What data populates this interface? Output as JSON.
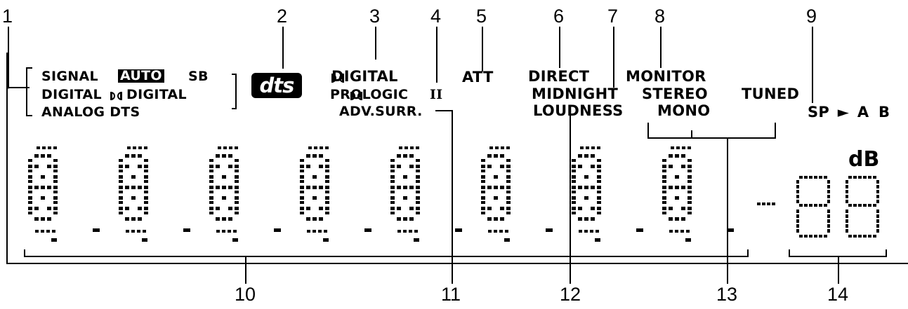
{
  "callouts": [
    "1",
    "2",
    "3",
    "4",
    "5",
    "6",
    "7",
    "8",
    "9",
    "10",
    "11",
    "12",
    "13",
    "14"
  ],
  "input_group": {
    "row1": {
      "signal": "SIGNAL",
      "auto": "AUTO",
      "sb": "SB"
    },
    "row2": {
      "digital": "DIGITAL",
      "dolby": "DIGITAL"
    },
    "row3": {
      "analog_dts": "ANALOG DTS"
    }
  },
  "dts_logo": "dts",
  "dolby": {
    "digital": "DIGITAL",
    "prologic": "PROLOGIC",
    "prologic_ii": "II"
  },
  "adv_surr": "ADV.SURR.",
  "att": "ATT",
  "direct": "DIRECT",
  "monitor": "MONITOR",
  "midnight": "MIDNIGHT",
  "loudness": "LOUDNESS",
  "stereo": "STEREO",
  "mono": "MONO",
  "tuned": "TUNED",
  "speaker": {
    "sp": "SP",
    "arrow": "►",
    "a": "A",
    "b": "B"
  },
  "db_unit": "dB",
  "icons": [
    "dolby-double-d-icon",
    "play-arrow-icon"
  ]
}
